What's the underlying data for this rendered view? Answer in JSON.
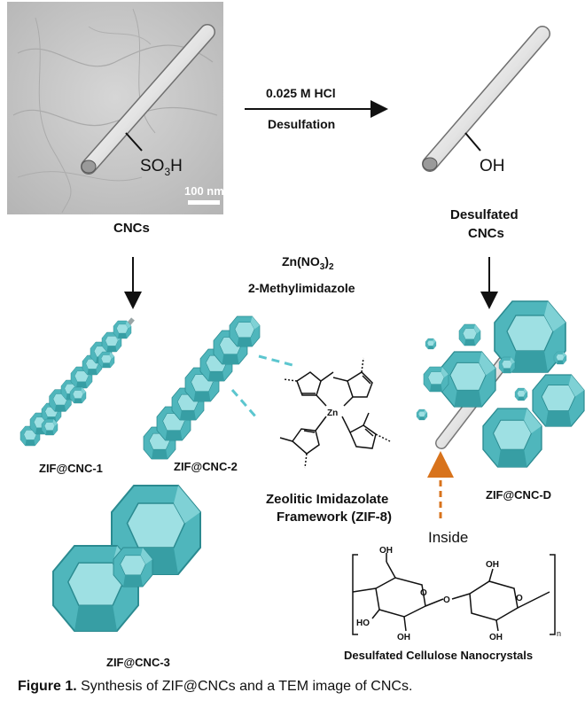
{
  "labels": {
    "reagent_top": "0.025 M HCl",
    "process_top": "Desulfation",
    "group_so3h_main": "SO",
    "group_so3h_sub": "3",
    "group_so3h_end": "H",
    "group_oh": "OH",
    "scale_bar": "100 nm",
    "cncs": "CNCs",
    "desulfated_line1": "Desulfated",
    "desulfated_line2": "CNCs",
    "reagent_zn_main": "Zn(NO",
    "reagent_zn_sub1": "3",
    "reagent_zn_close": ")",
    "reagent_zn_sub2": "2",
    "reagent_mim": "2-Methylimidazole",
    "zif1": "ZIF@CNC-1",
    "zif2": "ZIF@CNC-2",
    "zif3": "ZIF@CNC-3",
    "zifd": "ZIF@CNC-D",
    "zif8_line1": "Zeolitic Imidazolate",
    "zif8_line2": "Framework (ZIF-8)",
    "zn_atom": "Zn",
    "inside": "Inside",
    "cellulose_title": "Desulfated Cellulose Nanocrystals",
    "polymer_n": "n",
    "oh": "OH",
    "ho": "HO",
    "o": "O"
  },
  "caption": {
    "prefix": "Figure 1.",
    "text": " Synthesis of ZIF@CNCs and a TEM image of CNCs."
  },
  "colors": {
    "crystal_light": "#8fd9dc",
    "crystal_mid": "#58c0c5",
    "crystal_dark": "#2f9197",
    "tem_bg": "#c9c9c9",
    "rod": "#e6e6e6",
    "dashed_arrow": "#d8731c",
    "dashed_link": "#5cc6cf"
  }
}
